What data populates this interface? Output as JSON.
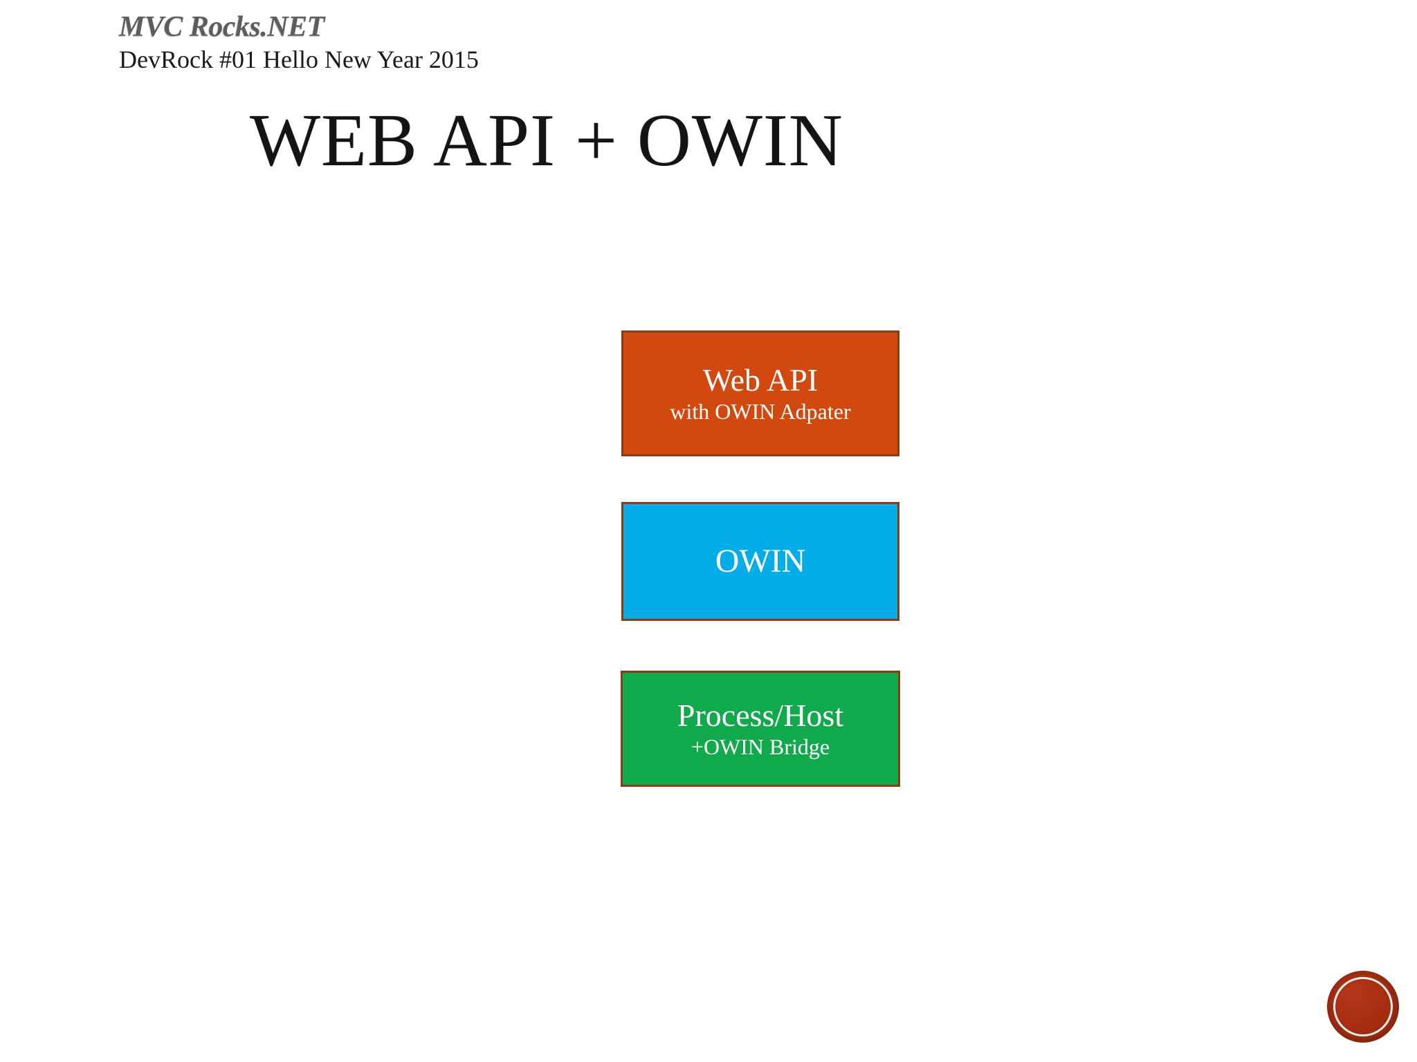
{
  "slide": {
    "background_color": "#ffffff",
    "brand": {
      "name": "MVC Rocks.NET",
      "subtitle": "DevRock #01 Hello New Year 2015"
    },
    "title": "WEB API + OWIN",
    "diagram": {
      "type": "stack",
      "layers": [
        {
          "id": "web-api",
          "title": "Web API",
          "subtitle": "with OWIN Adpater",
          "fill_color": "#d2490f",
          "border_color": "#8a3b12",
          "text_color": "#ffffff"
        },
        {
          "id": "owin",
          "title": "OWIN",
          "subtitle": "",
          "fill_color": "#04ace8",
          "border_color": "#8a3b12",
          "text_color": "#ffffff"
        },
        {
          "id": "process-host",
          "title": "Process/Host",
          "subtitle": "+OWIN Bridge",
          "fill_color": "#10a94c",
          "border_color": "#8a3b12",
          "text_color": "#ffffff"
        }
      ]
    },
    "logo": {
      "name": "mvc-rocks-circle-logo",
      "color": "#a62f10",
      "ring_color": "#ffffff"
    }
  }
}
